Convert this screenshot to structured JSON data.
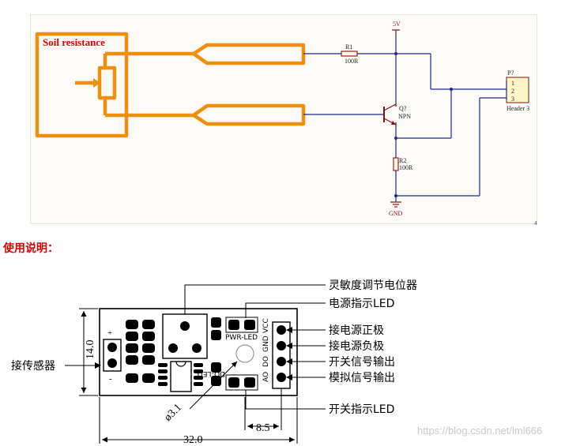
{
  "schematic": {
    "sensor_label": "Soil resistance",
    "r1_ref": "R1",
    "r1_value": "100R",
    "r2_ref": "R2",
    "r2_value": "100R",
    "vcc": "5V",
    "gnd": "GND",
    "transistor_ref": "Q?",
    "transistor_type": "NPN",
    "header_ref": "P?",
    "header_name": "Header 3",
    "pin1": "1",
    "pin2": "2",
    "pin3": "3",
    "corner_mark": "4",
    "colors": {
      "probe": "#f0900a",
      "wire": "#1d2a8a",
      "component": "#8a1010",
      "label": "#e00000"
    }
  },
  "usage": {
    "title": "使用说明："
  },
  "board": {
    "silk_plus": "+",
    "silk_minus": "-",
    "silk_pwr_led": "PWR-LED",
    "silk_vcc": "VCC",
    "silk_gnd": "GND",
    "silk_do": "DO",
    "silk_ao": "AO",
    "silk_do_led": "DO-LED",
    "dim_width": "32.0",
    "dim_height": "14.0",
    "dim_pin_offset": "8.5",
    "dim_hole": "ø3.1",
    "callout_pot": "灵敏度调节电位器",
    "callout_power_led": "电源指示LED",
    "callout_vcc": "接电源正极",
    "callout_gnd": "接电源负极",
    "callout_do": "开关信号输出",
    "callout_ao": "模拟信号输出",
    "callout_switch_led": "开关指示LED",
    "callout_sensor": "接传感器"
  },
  "watermark": "https://blog.csdn.net/lml666"
}
